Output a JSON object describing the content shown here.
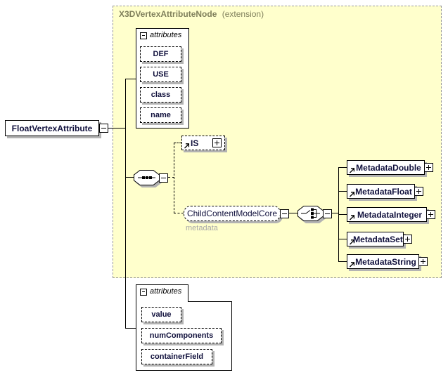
{
  "frame": {
    "title": "X3DVertexAttributeNode",
    "suffix": "(extension)"
  },
  "root_element": "FloatVertexAttribute",
  "attributes_top": {
    "header": "attributes",
    "items": [
      "DEF",
      "USE",
      "class",
      "name"
    ]
  },
  "is_element": "IS",
  "child_content_model": {
    "label": "ChildContentModelCore",
    "annotation": "metadata"
  },
  "metadata_elements": [
    "MetadataDouble",
    "MetadataFloat",
    "MetadataInteger",
    "MetadataSet",
    "MetadataString"
  ],
  "attributes_bottom": {
    "header": "attributes",
    "items": [
      "value",
      "numComponents",
      "containerField"
    ]
  },
  "colors": {
    "frame_bg": "#ffffcc",
    "frame_border": "#999999",
    "frame_title": "#80805c",
    "element_text": "#10103c",
    "annotation": "#a8a8a8",
    "shadow": "#b3b3b3",
    "line": "#000000"
  }
}
